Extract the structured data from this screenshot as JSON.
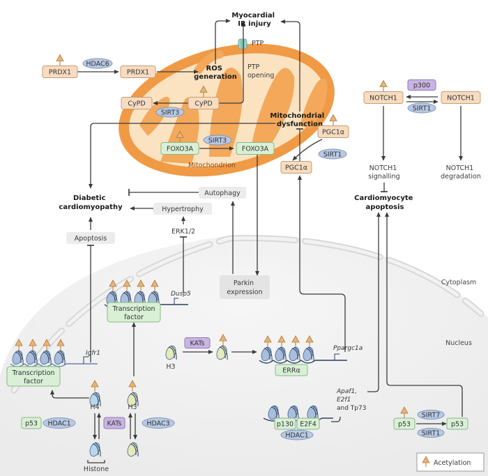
{
  "title": "Acetylation regulation in cardiac disease",
  "colors": {
    "protein_orange_fill": "#f7dcc1",
    "protein_orange_stroke": "#c99b70",
    "protein_green_fill": "#d9f0d6",
    "protein_green_stroke": "#86b885",
    "enzyme_blue_fill": "#b8c9e3",
    "enzyme_blue_stroke": "#7f97bf",
    "enzyme_purple_fill": "#c9b5e3",
    "enzyme_purple_stroke": "#9278ba",
    "mito_outer": "#f0a050",
    "mito_inner": "#fbe3c2",
    "acetyl_mark": "#e7b37a",
    "process_gray": "#ececec",
    "nucleus_fill": "#eeeeee"
  },
  "outcomes": {
    "ir_injury": [
      "Myocardial",
      "IR injury"
    ],
    "diabetic_cm": [
      "Diabetic",
      "cardiomyopathy"
    ],
    "cm_apoptosis": [
      "Cardiomyocyte",
      "apoptosis"
    ],
    "ros": [
      "ROS",
      "generation"
    ],
    "mito_dysfunction": [
      "Mitochondrial",
      "dysfunction"
    ]
  },
  "mitochondrion": {
    "label": "Mitochondrion",
    "ptp": "PTP",
    "ptp_opening": [
      "PTP",
      "opening"
    ]
  },
  "proteins": {
    "prdx1_a": "PRDX1",
    "prdx1_b": "PRDX1",
    "cypd_a": "CyPD",
    "cypd_b": "CyPD",
    "foxo3a_a": "FOXO3A",
    "foxo3a_b": "FOXO3A",
    "pgc1a_a": "PGC1α",
    "pgc1a_b": "PGC1α",
    "notch1_a": "NOTCH1",
    "notch1_b": "NOTCH1",
    "tf_upper": [
      "Transcription",
      "factor"
    ],
    "tf_lower": [
      "Transcription",
      "factor"
    ],
    "erra": "ERRα",
    "p130": "p130",
    "e2f4": "E2F4",
    "p53_left": "p53",
    "p53_a": "p53",
    "p53_b": "p53"
  },
  "enzymes": {
    "hdac6": "HDAC6",
    "sirt3_cypd": "SIRT3",
    "sirt3_foxo": "SIRT3",
    "sirt1_pgc": "SIRT1",
    "p300": "p300",
    "sirt1_notch": "SIRT1",
    "kats_h3": "KATs",
    "kats_histone": "KATs",
    "hdac1_left": "HDAC1",
    "hdac3": "HDAC3",
    "hdac1_bottom": "HDAC1",
    "sirt7": "SIRT7",
    "sirt1_p53": "SIRT1"
  },
  "processes": {
    "autophagy": "Autophagy",
    "hypertrophy": "Hypertrophy",
    "apoptosis": "Apoptosis",
    "parkin": [
      "Parkin",
      "expression"
    ],
    "erk": "ERK1/2",
    "notch_signalling": [
      "NOTCH1",
      "signalling"
    ],
    "notch_degradation": [
      "NOTCH1",
      "degradation"
    ]
  },
  "genes": {
    "dusp5": "Dusp5",
    "igfr1": "Igfr1",
    "ppargc1a": "Ppargc1a",
    "apaf": [
      "Apaf1,",
      "E2f1",
      "and Tp73"
    ]
  },
  "histones": {
    "h3_kat": "H3",
    "h4": "H4",
    "h3": "H3",
    "histone": "Histone"
  },
  "compartments": {
    "cytoplasm": "Cytoplasm",
    "nucleus": "Nucleus"
  },
  "legend": {
    "acetylation": "Acetylation"
  }
}
